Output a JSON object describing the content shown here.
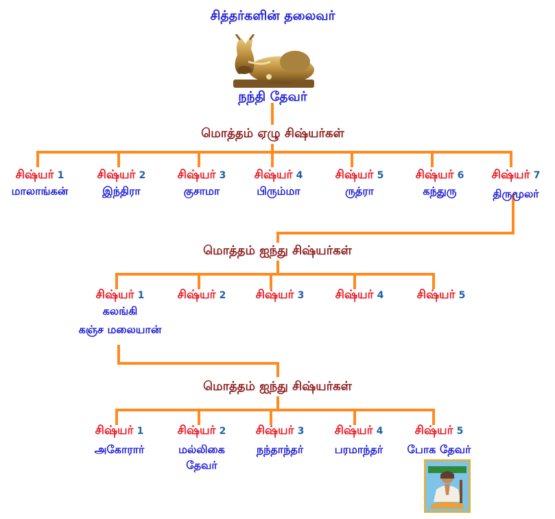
{
  "top": {
    "title": "சித்தர்களின் தலைவர்",
    "image": "nandi-bull-statue",
    "name": "நந்தி தேவர்"
  },
  "level1": {
    "heading": "மொத்தம் ஏழு சிஷ்யர்கள்",
    "disciples": [
      {
        "label": "சிஷ்யர்",
        "num": "1",
        "name": "மாலாங்கன்"
      },
      {
        "label": "சிஷ்யர்",
        "num": "2",
        "name": "இந்திரா"
      },
      {
        "label": "சிஷ்யர்",
        "num": "3",
        "name": "குசாமா"
      },
      {
        "label": "சிஷ்யர்",
        "num": "4",
        "name": "பிரும்மா"
      },
      {
        "label": "சிஷ்யர்",
        "num": "5",
        "name": "ருத்ரா"
      },
      {
        "label": "சிஷ்யர்",
        "num": "6",
        "name": "கந்துரு"
      },
      {
        "label": "சிஷ்யர்",
        "num": "7",
        "name": "திருமூலர்"
      }
    ]
  },
  "level2": {
    "heading": "மொத்தம் ஐந்து சிஷ்யர்கள்",
    "disciples": [
      {
        "label": "சிஷ்யர்",
        "num": "1",
        "name": "கலங்கி",
        "name2": "கஞ்ச மலையான்"
      },
      {
        "label": "சிஷ்யர்",
        "num": "2"
      },
      {
        "label": "சிஷ்யர்",
        "num": "3"
      },
      {
        "label": "சிஷ்யர்",
        "num": "4"
      },
      {
        "label": "சிஷ்யர்",
        "num": "5"
      }
    ]
  },
  "level3": {
    "heading": "மொத்தம் ஐந்து சிஷ்யர்கள்",
    "disciples": [
      {
        "label": "சிஷ்யர்",
        "num": "1",
        "name": "அகோரார்"
      },
      {
        "label": "சிஷ்யர்",
        "num": "2",
        "name": "மல்லிகை",
        "name2": "தேவர்"
      },
      {
        "label": "சிஷ்யர்",
        "num": "3",
        "name": "நந்தாந்தர்"
      },
      {
        "label": "சிஷ்யர்",
        "num": "4",
        "name": "பரமாந்தர்"
      },
      {
        "label": "சிஷ்யர்",
        "num": "5",
        "name": "போக தேவர்"
      }
    ],
    "portrait": "bhoga-siddhar-portrait"
  },
  "colors": {
    "line": "#ff8a1e",
    "disciple": "#e8141e",
    "name": "#1a1ad6",
    "heading": "#8b1a1a"
  }
}
